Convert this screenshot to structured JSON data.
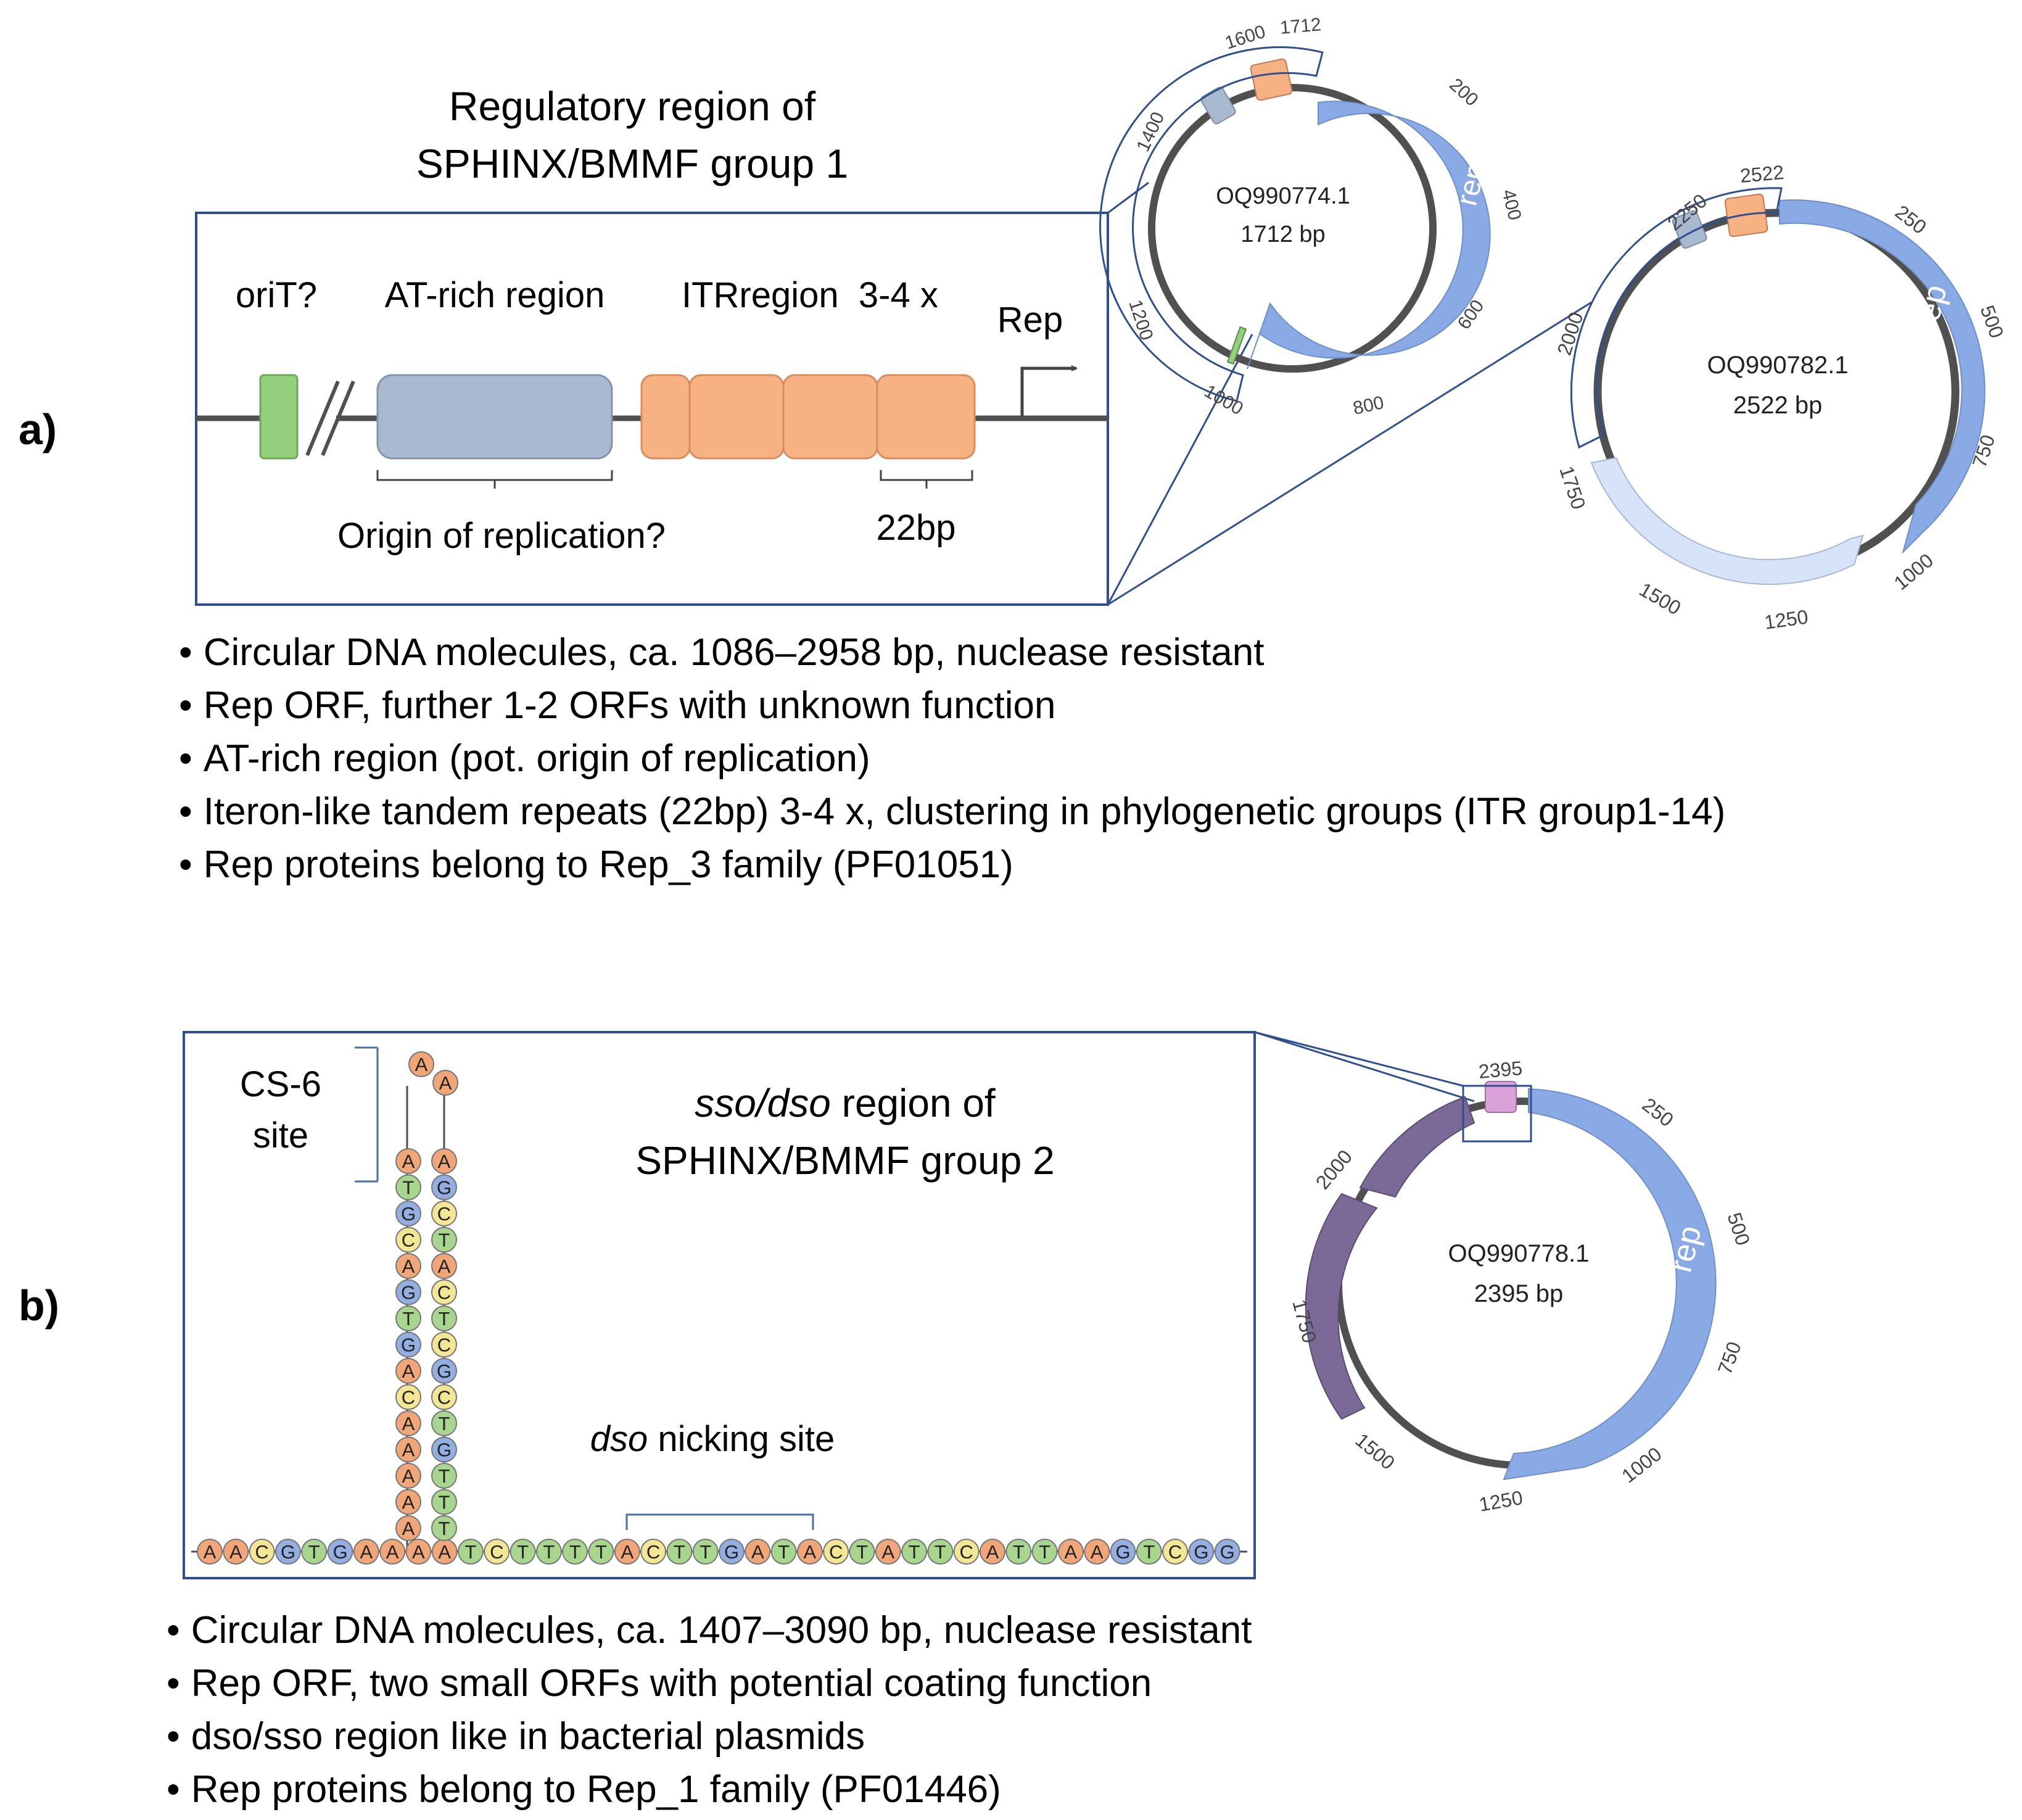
{
  "panel_a": {
    "label": "a)",
    "title_line1": "Regulatory region of",
    "title_line2": "SPHINX/BMMF group 1",
    "labels": {
      "orit": "oriT?",
      "at_rich": "AT-rich region",
      "itr": "ITRregion  3-4 x",
      "rep": "Rep",
      "origin": "Origin of replication?",
      "bp22": "22bp"
    },
    "plasmid1": {
      "name": "OQ990774.1",
      "size": "1712 bp",
      "feature": "rep",
      "ticks": [
        "200",
        "400",
        "600",
        "800",
        "1000",
        "1200",
        "1400",
        "1600",
        "1712"
      ]
    },
    "plasmid2": {
      "name": "OQ990782.1",
      "size": "2522 bp",
      "feature": "rep",
      "ticks": [
        "250",
        "500",
        "750",
        "1000",
        "1250",
        "1500",
        "1750",
        "2000",
        "2250",
        "2522"
      ]
    },
    "bullets": [
      "Circular DNA molecules, ca. 1086–2958 bp, nuclease resistant",
      "Rep ORF, further 1-2 ORFs with unknown function",
      "AT-rich region (pot. origin of replication)",
      "Iteron-like tandem repeats (22bp) 3-4 x, clustering in phylogenetic groups (ITR group1-14)",
      "Rep proteins belong to Rep_3 family (PF01051)"
    ]
  },
  "panel_b": {
    "label": "b)",
    "title_italic": "sso/dso",
    "title_rest": " region of",
    "title_line2": "SPHINX/BMMF group 2",
    "cs6_line1": "CS-6",
    "cs6_line2": "site",
    "dso_italic": "dso",
    "dso_rest": " nicking site",
    "backbone": "AACGTGAAAATCTTTTACTTGATACTATTCATTAAGTCGG",
    "stem_left": "ATGCAGTGACAAAAA",
    "stem_right": "AGCTACTCGCTGTTT",
    "loop": "AA",
    "plasmid3": {
      "name": "OQ990778.1",
      "size": "2395 bp",
      "feature": "rep",
      "ticks": [
        "250",
        "500",
        "750",
        "1000",
        "1250",
        "1500",
        "1750",
        "2000",
        "2395"
      ]
    },
    "bullets": [
      "Circular DNA molecules, ca. 1407–3090 bp, nuclease resistant",
      "Rep ORF, two small ORFs with potential coating function",
      "dso/sso region like in bacterial plasmids",
      "Rep proteins belong to Rep_1 family (PF01446)"
    ]
  },
  "colors": {
    "rep": "#8aaae6",
    "itr": "#f7b283",
    "at_rich": "#a9b9cf",
    "orit": "#93cf7d",
    "frame": "#2f4f8f",
    "orf_light": "#d6e3f8",
    "orf_purple": "#7b6a98",
    "marker_pink": "#d9a3d9",
    "nuc_A": "#f0a679",
    "nuc_C": "#f3e694",
    "nuc_G": "#93aee0",
    "nuc_T": "#a8d68e"
  }
}
